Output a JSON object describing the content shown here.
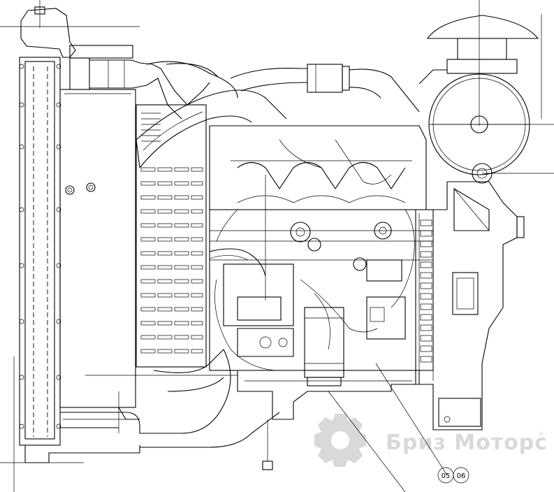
{
  "drawing": {
    "subject": "engine-assembly-side-view",
    "line_color": "#000000",
    "background": "#ffffff"
  },
  "callouts": [
    {
      "id": "05",
      "label": "05"
    },
    {
      "id": "06",
      "label": "06"
    }
  ],
  "watermark": {
    "text": "Бриз Моторс",
    "registered": "®",
    "color": "#d9d9d9",
    "icon": "gear-icon"
  }
}
